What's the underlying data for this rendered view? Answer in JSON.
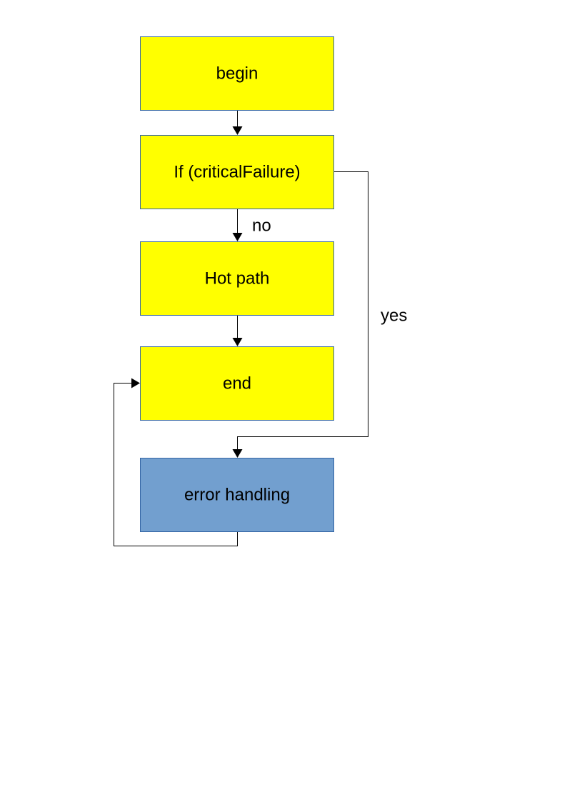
{
  "diagram": {
    "nodes": {
      "begin": {
        "label": "begin",
        "fill": "#ffff00"
      },
      "condition": {
        "label": "If (criticalFailure)",
        "fill": "#ffff00"
      },
      "hot_path": {
        "label": "Hot path",
        "fill": "#ffff00"
      },
      "end": {
        "label": "end",
        "fill": "#ffff00"
      },
      "error_handling": {
        "label": "error handling",
        "fill": "#729fcf"
      }
    },
    "edges": {
      "no_label": "no",
      "yes_label": "yes"
    },
    "colors": {
      "process": "#ffff00",
      "error": "#729fcf",
      "border": "#3465a4",
      "line": "#000000"
    }
  }
}
